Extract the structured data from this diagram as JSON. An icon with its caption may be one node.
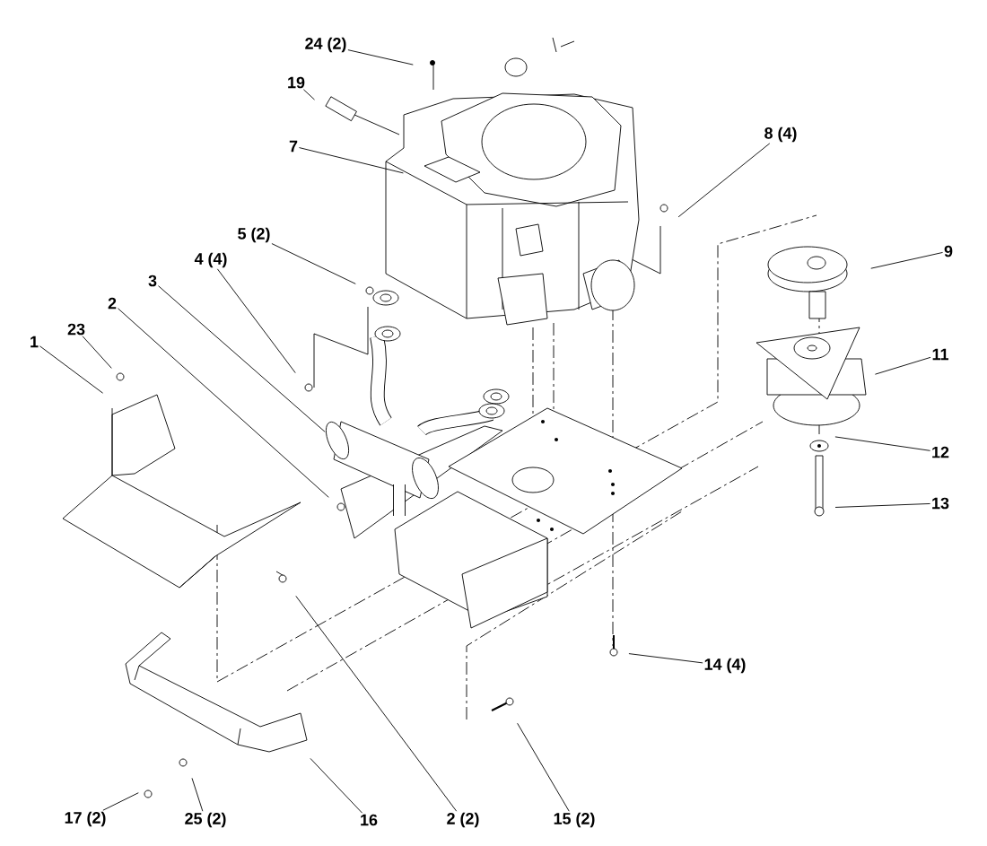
{
  "diagram": {
    "nodes": [
      {
        "text": [
          "24 (2)"
        ]
      },
      {
        "text": [
          "19"
        ]
      },
      {
        "text": [
          "7"
        ]
      },
      {
        "text": [
          "8 (4)"
        ]
      },
      {
        "text": [
          "5 (2)"
        ]
      },
      {
        "text": [
          "4 (4)"
        ]
      },
      {
        "text": [
          "3"
        ]
      },
      {
        "text": [
          "2"
        ]
      },
      {
        "text": [
          "23"
        ]
      },
      {
        "text": [
          "1"
        ]
      },
      {
        "text": [
          "9"
        ]
      },
      {
        "text": [
          "11"
        ]
      },
      {
        "text": [
          "12"
        ]
      },
      {
        "text": [
          "13"
        ]
      },
      {
        "text": [
          "14 (4)"
        ]
      },
      {
        "text": [
          "17 (2)"
        ]
      },
      {
        "text": [
          "25 (2)"
        ]
      },
      {
        "text": [
          "16"
        ]
      },
      {
        "text": [
          "2 (2)"
        ]
      },
      {
        "text": [
          "15 (2)"
        ]
      }
    ],
    "edges": [
      {
        "from": 0,
        "to": null,
        "arrow": "none"
      },
      {
        "from": 1,
        "to": null,
        "arrow": "none"
      },
      {
        "from": 2,
        "to": null,
        "arrow": "none"
      },
      {
        "from": 3,
        "to": null,
        "arrow": "none"
      },
      {
        "from": 4,
        "to": null,
        "arrow": "none"
      },
      {
        "from": 5,
        "to": null,
        "arrow": "none"
      },
      {
        "from": 6,
        "to": null,
        "arrow": "none"
      },
      {
        "from": 7,
        "to": null,
        "arrow": "none"
      },
      {
        "from": 8,
        "to": null,
        "arrow": "none"
      },
      {
        "from": 9,
        "to": null,
        "arrow": "none"
      },
      {
        "from": 10,
        "to": null,
        "arrow": "none"
      },
      {
        "from": 11,
        "to": null,
        "arrow": "none"
      },
      {
        "from": 12,
        "to": null,
        "arrow": "none"
      },
      {
        "from": 13,
        "to": null,
        "arrow": "none"
      },
      {
        "from": 14,
        "to": null,
        "arrow": "none"
      },
      {
        "from": 15,
        "to": null,
        "arrow": "none"
      },
      {
        "from": 16,
        "to": null,
        "arrow": "none"
      },
      {
        "from": 17,
        "to": null,
        "arrow": "none"
      },
      {
        "from": 18,
        "to": null,
        "arrow": "none"
      },
      {
        "from": 19,
        "to": null,
        "arrow": "none"
      }
    ]
  }
}
